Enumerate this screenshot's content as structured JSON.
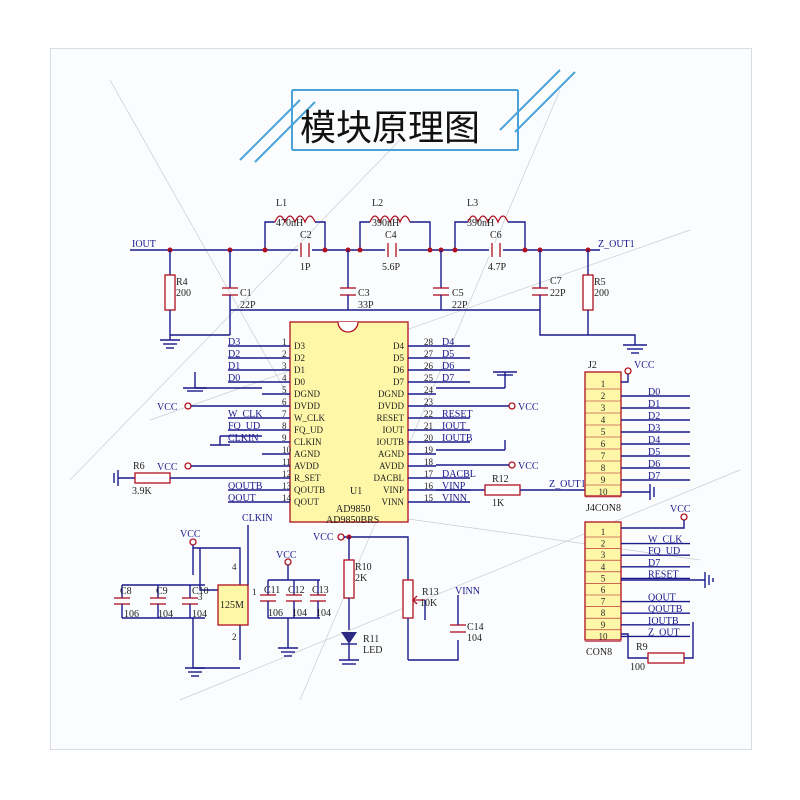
{
  "title": "模块原理图",
  "chip": {
    "ref": "U1",
    "part": "AD9850",
    "part2": "AD9850BRS",
    "left_pins": [
      {
        "num": "1",
        "name": "D3",
        "net": "D3"
      },
      {
        "num": "2",
        "name": "D2",
        "net": "D2"
      },
      {
        "num": "3",
        "name": "D1",
        "net": "D1"
      },
      {
        "num": "4",
        "name": "D0",
        "net": "D0"
      },
      {
        "num": "5",
        "name": "DGND",
        "net": ""
      },
      {
        "num": "6",
        "name": "DVDD",
        "net": ""
      },
      {
        "num": "7",
        "name": "W_CLK",
        "net": "W_CLK"
      },
      {
        "num": "8",
        "name": "FQ_UD",
        "net": "FQ_UD"
      },
      {
        "num": "9",
        "name": "CLKIN",
        "net": "CLKIN"
      },
      {
        "num": "10",
        "name": "AGND",
        "net": ""
      },
      {
        "num": "11",
        "name": "AVDD",
        "net": ""
      },
      {
        "num": "12",
        "name": "R_SET",
        "net": ""
      },
      {
        "num": "13",
        "name": "QOUTB",
        "net": "QOUTB"
      },
      {
        "num": "14",
        "name": "QOUT",
        "net": "QOUT"
      }
    ],
    "right_pins": [
      {
        "num": "28",
        "name": "D4",
        "net": "D4"
      },
      {
        "num": "27",
        "name": "D5",
        "net": "D5"
      },
      {
        "num": "26",
        "name": "D6",
        "net": "D6"
      },
      {
        "num": "25",
        "name": "D7",
        "net": "D7"
      },
      {
        "num": "24",
        "name": "DGND",
        "net": ""
      },
      {
        "num": "23",
        "name": "DVDD",
        "net": ""
      },
      {
        "num": "22",
        "name": "RESET",
        "net": "RESET"
      },
      {
        "num": "21",
        "name": "IOUT",
        "net": "IOUT"
      },
      {
        "num": "20",
        "name": "IOUTB",
        "net": "IOUTB"
      },
      {
        "num": "19",
        "name": "AGND",
        "net": ""
      },
      {
        "num": "18",
        "name": "AVDD",
        "net": ""
      },
      {
        "num": "17",
        "name": "DACBL",
        "net": "DACBL"
      },
      {
        "num": "16",
        "name": "VINP",
        "net": "VINP"
      },
      {
        "num": "15",
        "name": "VINN",
        "net": "VINN"
      }
    ]
  },
  "filter": {
    "iout": "IOUT",
    "zout": "Z_OUT1",
    "L1": {
      "ref": "L1",
      "val": "470nH"
    },
    "L2": {
      "ref": "L2",
      "val": "390nH"
    },
    "L3": {
      "ref": "L3",
      "val": "390nH"
    },
    "C2": {
      "ref": "C2",
      "val": "1P"
    },
    "C4": {
      "ref": "C4",
      "val": "5.6P"
    },
    "C6": {
      "ref": "C6",
      "val": "4.7P"
    },
    "C1": {
      "ref": "C1",
      "val": "22P"
    },
    "C3": {
      "ref": "C3",
      "val": "33P"
    },
    "C5": {
      "ref": "C5",
      "val": "22P"
    },
    "C7": {
      "ref": "C7",
      "val": "22P"
    },
    "R4": {
      "ref": "R4",
      "val": "200"
    },
    "R5": {
      "ref": "R5",
      "val": "200"
    }
  },
  "vcc": "VCC",
  "r6": {
    "ref": "R6",
    "val": "3.9K"
  },
  "r12": {
    "ref": "R12",
    "val": "1K",
    "net": "Z_OUT1"
  },
  "r10": {
    "ref": "R10",
    "val": "2K"
  },
  "r11": {
    "ref": "R11",
    "val": "LED"
  },
  "r13": {
    "ref": "R13",
    "val": "10K"
  },
  "c14": {
    "ref": "C14",
    "val": "104",
    "net": "VINN"
  },
  "r9": {
    "ref": "R9",
    "val": "100"
  },
  "osc": {
    "label": "CLKIN",
    "val": "125M",
    "pin4": "4",
    "pin1": "1",
    "pin2": "2",
    "pin3": "3"
  },
  "caps_left": [
    {
      "ref": "C8",
      "val": "106"
    },
    {
      "ref": "C9",
      "val": "104"
    },
    {
      "ref": "C10",
      "val": "104"
    }
  ],
  "caps_right": [
    {
      "ref": "C11",
      "val": "106"
    },
    {
      "ref": "C12",
      "val": "104"
    },
    {
      "ref": "C13",
      "val": "104"
    }
  ],
  "j2": {
    "ref": "J2",
    "con": "J4CON8",
    "pins": [
      "1",
      "2",
      "3",
      "4",
      "5",
      "6",
      "7",
      "8",
      "9",
      "10"
    ],
    "nets": [
      "",
      "D0",
      "D1",
      "D2",
      "D3",
      "D4",
      "D5",
      "D6",
      "D7",
      ""
    ]
  },
  "j4": {
    "con": "CON8",
    "pins": [
      "1",
      "2",
      "3",
      "4",
      "5",
      "6",
      "7",
      "8",
      "9",
      "10"
    ],
    "nets": [
      "",
      "W_CLK",
      "FQ_UD",
      "D7",
      "RESET",
      "",
      "QOUT",
      "QOUTB",
      "IOUTB",
      "Z_OUT"
    ]
  }
}
